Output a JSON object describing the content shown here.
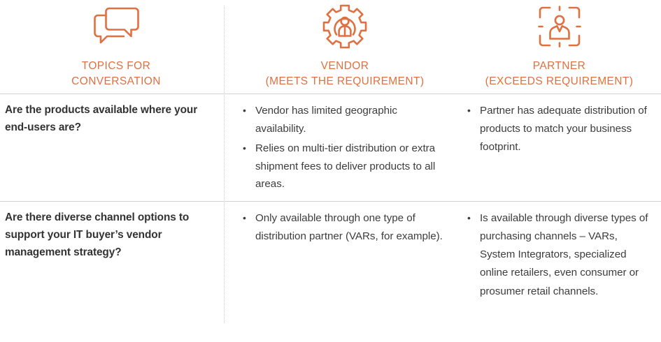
{
  "theme": {
    "accent": "#e07040",
    "text": "#333333",
    "body_text": "#3d3d3d",
    "rule": "#d2d2d2",
    "divider": "#c9c9c9",
    "background": "#ffffff"
  },
  "columns": [
    {
      "id": "topics",
      "icon": "speech-bubbles-icon",
      "title": "TOPICS FOR\nCONVERSATION"
    },
    {
      "id": "vendor",
      "icon": "gear-person-icon",
      "title": "VENDOR\n(MEETS THE REQUIREMENT)"
    },
    {
      "id": "partner",
      "icon": "person-focus-frame-icon",
      "title": "PARTNER\n(EXCEEDS REQUIREMENT)"
    }
  ],
  "rows": [
    {
      "question": "Are the products available where your end-users are?",
      "vendor": [
        "Vendor has limited geographic availability.",
        "Relies on multi-tier distribution or extra shipment fees to deliver products to all areas."
      ],
      "partner": [
        "Partner has adequate distribution of products to match your business footprint."
      ]
    },
    {
      "question": "Are there diverse channel options to support your IT buyer’s vendor management strategy?",
      "vendor": [
        "Only available through one type of distribution partner (VARs, for example)."
      ],
      "partner": [
        "Is available through diverse types of purchasing channels – VARs, System Integrators, specialized online retailers, even consumer or prosumer retail channels."
      ]
    }
  ]
}
